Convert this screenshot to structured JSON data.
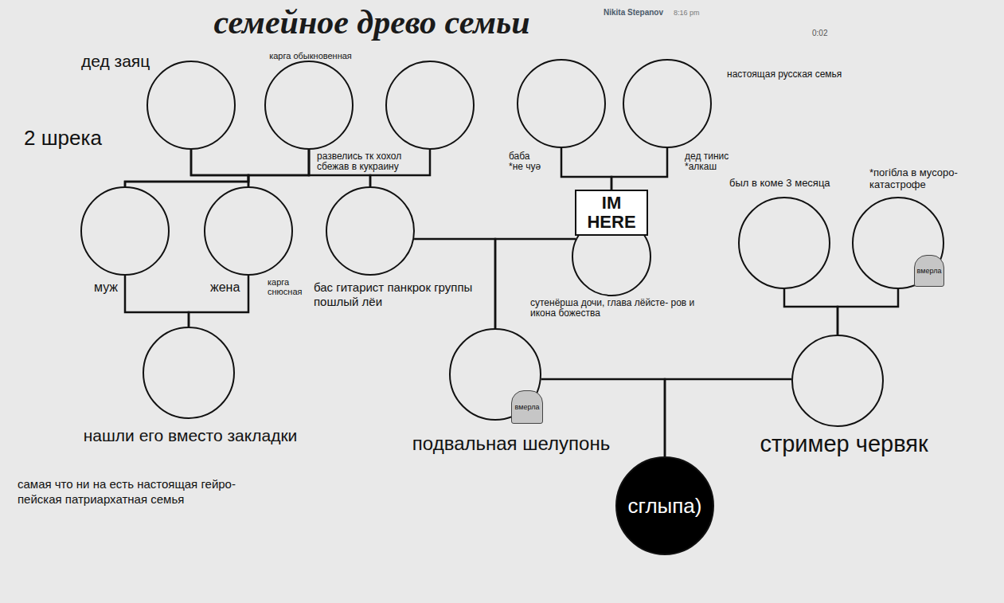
{
  "diagram": {
    "title": "семейное древо семьи",
    "nodes": [
      {
        "text": [
          "самая что ни на есть настоящая гейро- пейская патриархатная семья"
        ]
      },
      {
        "text": [
          "дед заяц"
        ],
        "in": 0
      },
      {
        "text": [
          "карга обыкновенная"
        ],
        "in": 0
      },
      {
        "text": [],
        "in": 0
      },
      {
        "text": [
          "муж"
        ],
        "in": 0
      },
      {
        "text": [
          "жена",
          "карга снюсная"
        ],
        "in": 0
      },
      {
        "text": [
          "бас гитарист панкрок группы пошлый лёи"
        ],
        "in": 0
      },
      {
        "text": [
          "нашли его вместо закладки"
        ],
        "in": 0
      },
      {
        "text": [
          "настоящая русская семья"
        ]
      },
      {
        "text": [
          "баба *не чуә"
        ],
        "in": 8
      },
      {
        "text": [
          "дед тинис *алкаш"
        ],
        "in": 8
      },
      {
        "text": [
          "IM HERE",
          "сутенёрша дочи, глава лёйсте- ров и икона божества"
        ],
        "in": 8
      },
      {
        "text": [
          "был в коме 3 месяца"
        ]
      },
      {
        "text": [
          "*погібла в мусоро- катастрофе",
          "вмерла"
        ]
      },
      {
        "text": [
          "подвальная шелупонь",
          "вмерла"
        ]
      },
      {
        "text": [
          "стример червяк"
        ]
      },
      {
        "text": [
          "сглыпа)"
        ]
      }
    ],
    "edges": [
      {
        "from": 1,
        "to": 4,
        "arrow": "none"
      },
      {
        "from": 1,
        "to": 5,
        "arrow": "none"
      },
      {
        "from": 2,
        "to": 4,
        "arrow": "none"
      },
      {
        "from": 2,
        "to": 5,
        "arrow": "none"
      },
      {
        "from": 2,
        "to": 6,
        "arrow": "none"
      },
      {
        "from": 3,
        "to": 6,
        "label": "развелись тк хохол сбежав в кукраину",
        "arrow": "none"
      },
      {
        "from": 4,
        "to": 7,
        "arrow": "none"
      },
      {
        "from": 5,
        "to": 7,
        "arrow": "none"
      },
      {
        "from": 9,
        "to": 11,
        "arrow": "none"
      },
      {
        "from": 10,
        "to": 11,
        "arrow": "none"
      },
      {
        "from": 6,
        "to": 14,
        "arrow": "none"
      },
      {
        "from": 11,
        "to": 14,
        "arrow": "none"
      },
      {
        "from": 12,
        "to": 15,
        "arrow": "none"
      },
      {
        "from": 13,
        "to": 15,
        "arrow": "none"
      },
      {
        "from": 14,
        "to": 16,
        "arrow": "none"
      },
      {
        "from": 15,
        "to": 16,
        "arrow": "none"
      }
    ],
    "labels": [
      "Nikita Stepanov",
      "8:16 pm",
      "0:02",
      "2 шрека"
    ]
  }
}
